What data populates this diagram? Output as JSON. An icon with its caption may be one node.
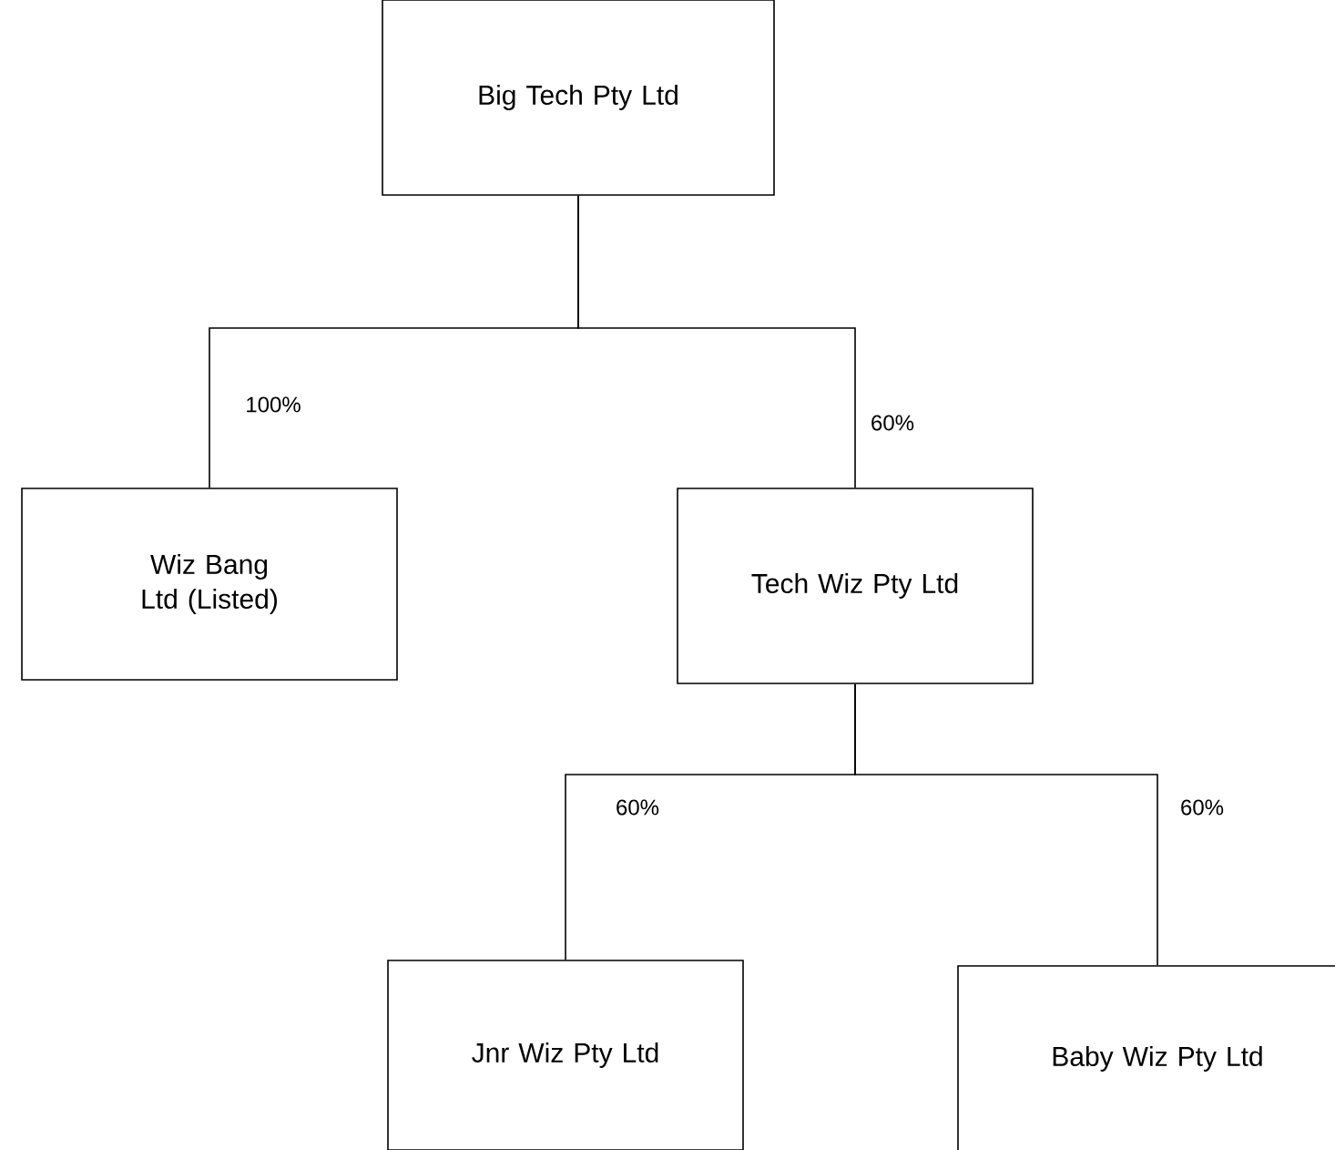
{
  "diagram": {
    "nodes": [
      {
        "text": [
          "Big Tech Pty Ltd"
        ]
      },
      {
        "text": [
          "Wiz Bang Ltd (Listed)"
        ]
      },
      {
        "text": [
          "Tech Wiz Pty Ltd"
        ]
      },
      {
        "text": [
          "Jnr Wiz Pty Ltd"
        ]
      },
      {
        "text": [
          "Baby Wiz Pty Ltd"
        ]
      }
    ],
    "edges": [
      {
        "from": 0,
        "to": 1,
        "arrow": "none",
        "label": "100%"
      },
      {
        "from": 0,
        "to": 2,
        "arrow": "none",
        "label": "60%"
      },
      {
        "from": 2,
        "to": 3,
        "arrow": "none",
        "label": "60%"
      },
      {
        "from": 2,
        "to": 4,
        "arrow": "none",
        "label": "60%"
      }
    ]
  }
}
